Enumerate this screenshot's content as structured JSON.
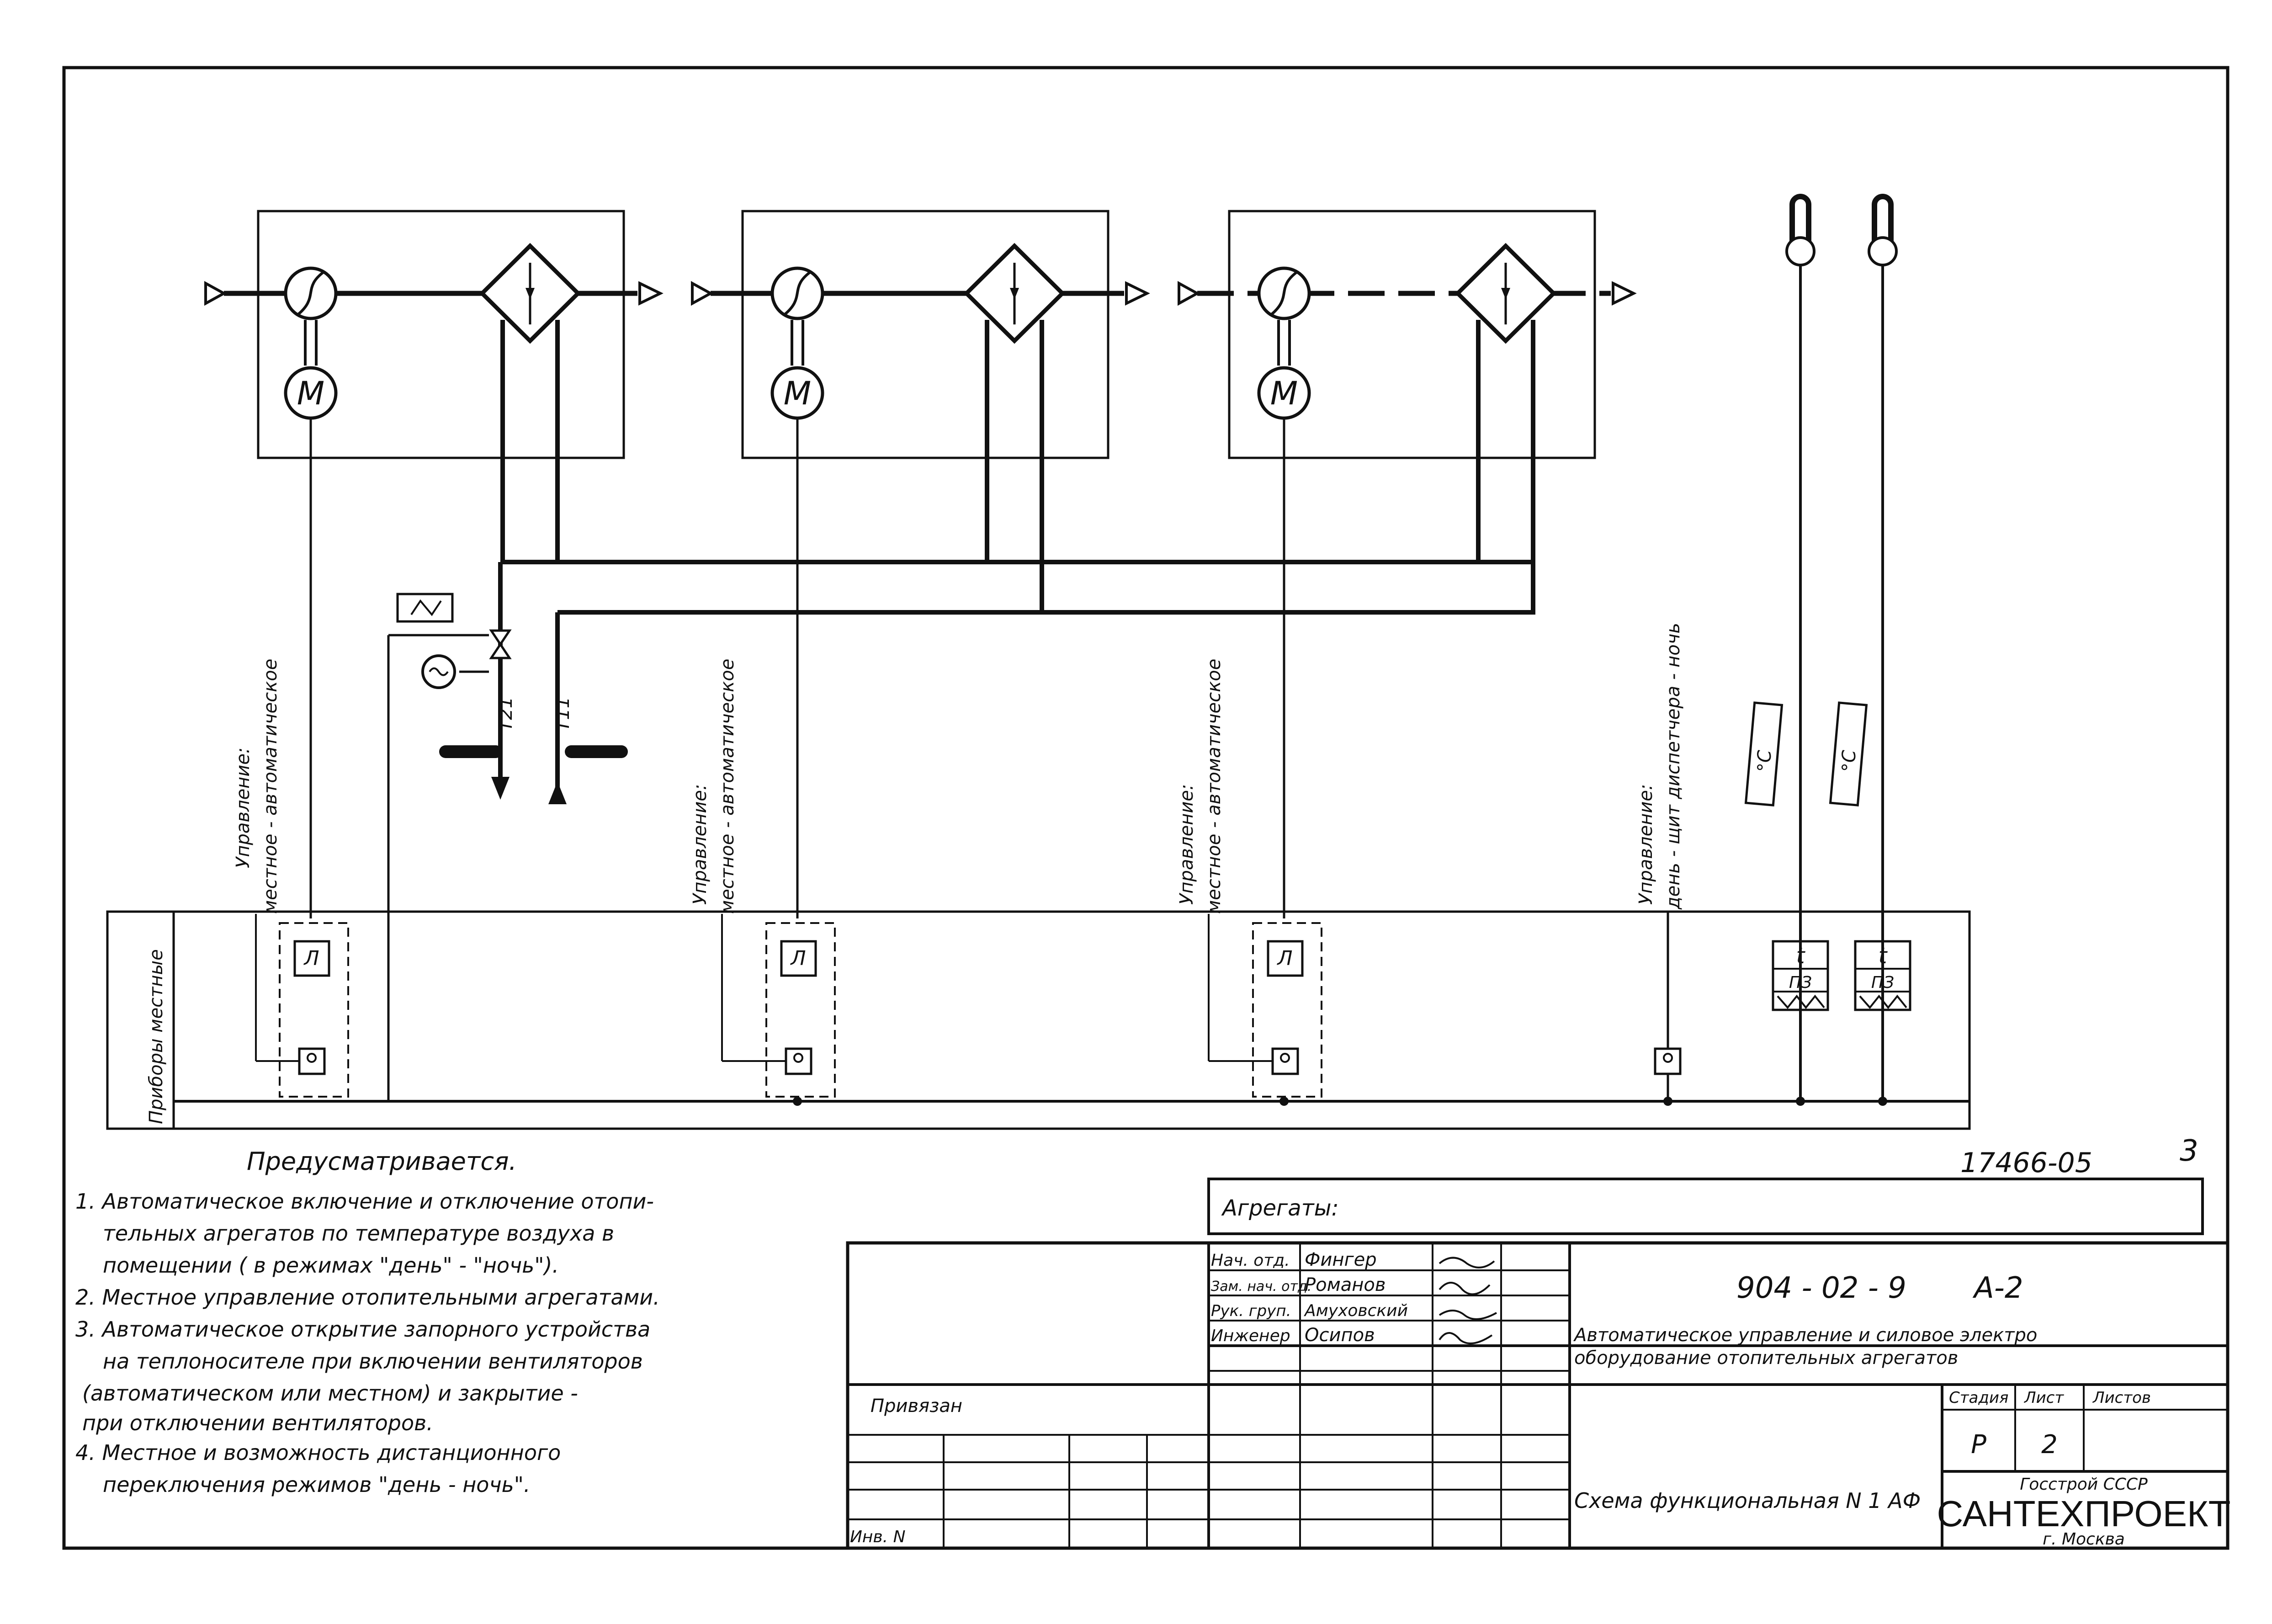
{
  "drawing": {
    "boiler_lines": [
      "Т21",
      "Т11"
    ],
    "control_labels": [
      {
        "title": "Управление:",
        "mode": "местное - автоматическое"
      },
      {
        "title": "Управление:",
        "mode": "местное - автоматическое"
      },
      {
        "title": "Управление:",
        "mode": "местное - автоматическое"
      },
      {
        "title": "Управление:",
        "mode": "день - щит диспетчера - ночь"
      }
    ],
    "sensor_units": [
      "°C",
      "°C"
    ],
    "motor_symbol": "M",
    "relay_symbol": "Л",
    "thermostat_top": "t",
    "thermostat_bottom": "ПЗ",
    "row_label": "Приборы местные"
  },
  "notes": {
    "heading": "Предусматривается.",
    "items": [
      "1. Автоматическое включение и отключение отопи-",
      "тельных агрегатов по температуре воздуха в",
      "помещении ( в режимах \"день\" - \"ночь\").",
      "2. Местное управление отопительными агрегатами.",
      "3. Автоматическое открытие запорного устройства",
      "на теплоносителе при включении вентиляторов",
      "(автоматическом или местном) и закрытие -",
      "при отключении вентиляторов.",
      "4. Местное и возможность дистанционного",
      "переключения режимов \"день - ночь\"."
    ]
  },
  "title_block": {
    "archive_number": "17466-05",
    "sheet_corner_number": "3",
    "aggregates_label": "Агрегаты:",
    "signatures": [
      {
        "role": "Нач. отд.",
        "name": "Фингер"
      },
      {
        "role": "Зам. нач. отд.",
        "name": "Романов"
      },
      {
        "role": "Рук. груп.",
        "name": "Амуховский"
      },
      {
        "role": "Инженер",
        "name": "Осипов"
      }
    ],
    "project_code": "904 - 02 - 9",
    "album": "А-2",
    "project_title_line1": "Автоматическое управление и силовое электро",
    "project_title_line2": "оборудование отопительных агрегатов",
    "stage_header": "Стадия",
    "sheet_header": "Лист",
    "sheets_header": "Листов",
    "stage": "Р",
    "sheet": "2",
    "binding_label": "Привязан",
    "inv_label": "Инв. N",
    "scheme_name": "Схема функциональная N 1 АФ",
    "org_top": "Госстрой СССР",
    "org_name": "САНТЕХПРОЕКТ",
    "org_city": "г. Москва"
  }
}
